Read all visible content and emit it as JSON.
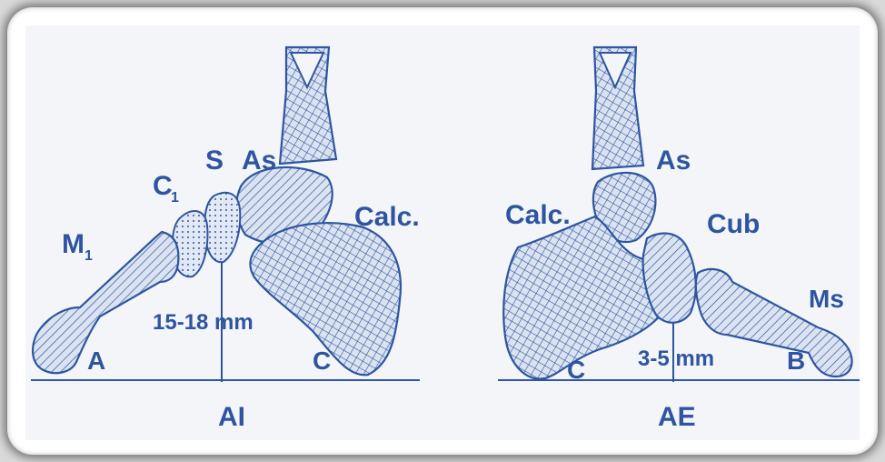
{
  "diagrams": [
    {
      "labels": {
        "s": "S",
        "as": "As",
        "c1_main": "C",
        "c1_sub": "1",
        "m1_main": "M",
        "m1_sub": "1",
        "calc": "Calc.",
        "measure": "15-18 mm",
        "a": "A",
        "c": "C",
        "bottom": "AI"
      }
    },
    {
      "labels": {
        "as": "As",
        "calc": "Calc.",
        "cub": "Cub",
        "ms": "Ms",
        "measure": "3-5 mm",
        "c": "C",
        "b": "B",
        "bottom": "AE"
      }
    }
  ],
  "colors": {
    "ink": "#2f55a0",
    "bone_fill": "#dbe3f1",
    "background": "#f4f5f9",
    "frame": "#ffffff"
  }
}
